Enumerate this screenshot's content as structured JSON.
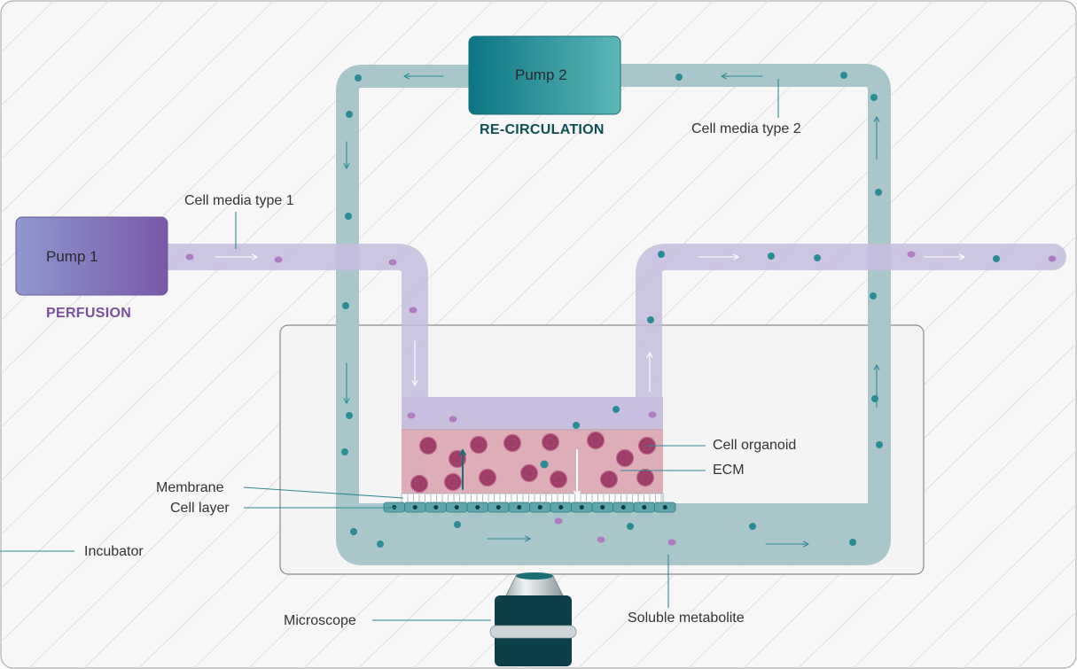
{
  "pump1": {
    "label": "Pump 1",
    "mode": "PERFUSION",
    "media": "Cell media type 1"
  },
  "pump2": {
    "label": "Pump 2",
    "mode": "RE-CIRCULATION",
    "media": "Cell media type 2"
  },
  "labels": {
    "cell_organoid": "Cell organoid",
    "ecm": "ECM",
    "membrane": "Membrane",
    "cell_layer": "Cell layer",
    "incubator": "Incubator",
    "microscope": "Microscope",
    "soluble_metabolite": "Soluble metabolite"
  },
  "colors": {
    "recirc_tube": "#a9c6cb",
    "perfusion_tube": "#c5bddf",
    "ecm": "#ddaeb8",
    "organoid": "#9e3d68",
    "teal_dot": "#2a8c94",
    "pink_dot": "#b07cc0",
    "pump1_gradient": [
      "#8e98d0",
      "#7a58a8"
    ],
    "pump2_gradient": [
      "#0b7684",
      "#5cb7b6"
    ],
    "perfusion_text": "#7a4fa0",
    "recirc_text": "#0c4f55"
  }
}
